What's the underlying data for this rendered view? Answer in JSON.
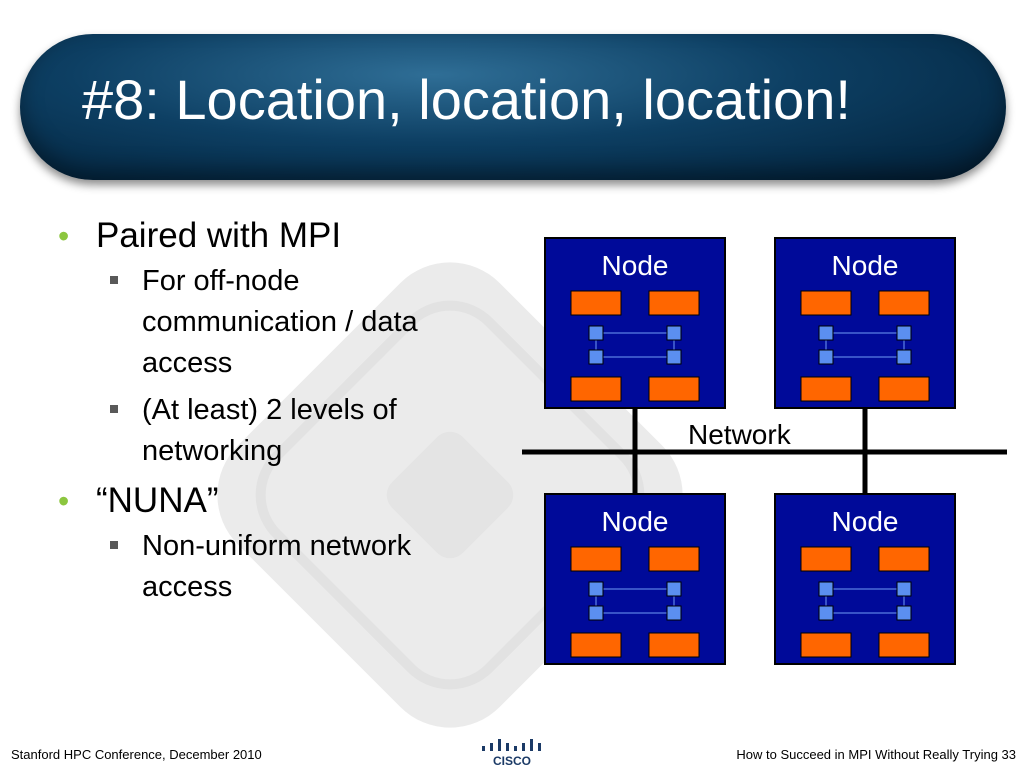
{
  "slide": {
    "title": "#8: Location, location, location!",
    "bullets": [
      {
        "text": "Paired with MPI",
        "sub": [
          "For off-node communication / data access",
          "(At least) 2 levels of networking"
        ]
      },
      {
        "text": "“NUNA”",
        "sub": [
          "Non-uniform network access"
        ]
      }
    ]
  },
  "diagram": {
    "nodes": [
      {
        "label": "Node"
      },
      {
        "label": "Node"
      },
      {
        "label": "Node"
      },
      {
        "label": "Node"
      }
    ],
    "network_label": "Network"
  },
  "footer": {
    "left": "Stanford HPC Conference, December 2010",
    "right": "How to Succeed in MPI Without Really Trying 33",
    "logo_text": "CISCO"
  },
  "colors": {
    "title_bar": "#0d3f63",
    "node_fill": "#000a99",
    "processor": "#ff6600",
    "memory": "#5b8ff0",
    "bullet_level1": "#8cc63f",
    "bullet_level2": "#595959",
    "network_line": "#000000"
  }
}
